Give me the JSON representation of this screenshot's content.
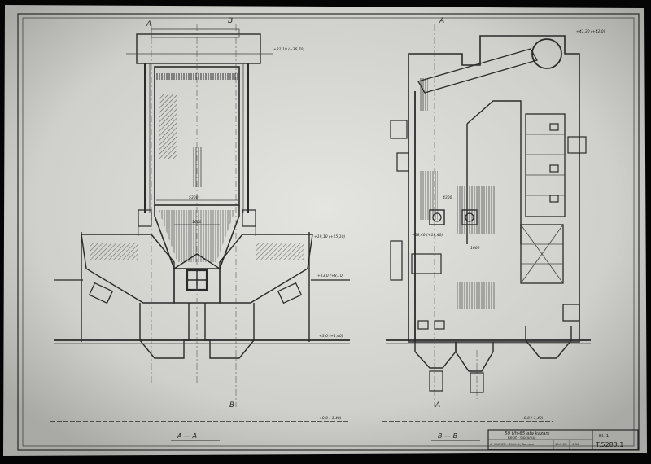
{
  "drawing": {
    "paper_color": "#d9d9d5",
    "ink_color": "#2a2a2a",
    "section_left_caption": "A — A",
    "section_right_caption": "B — B",
    "cut_markers": {
      "left_top": "B",
      "left_bottom": "B",
      "right_top": "A",
      "right_bottom": "A",
      "left_top_aux": "A"
    },
    "elevations": {
      "top_left": "+31,10 (+36,70)",
      "top_right": "+41,30 (+42,0)",
      "mid_left_1": "+19,10 (+15,10)",
      "mid_left_2": "+13,0 (+8,10)",
      "ground_left": "+3,0 (+1,40)",
      "base_left": "+0,0 (-1,40)",
      "base_right": "+0,0 (-1,40)",
      "mid_right": "+18,40 (+14,40)"
    },
    "dimensions": {
      "furnace_width_left": "5300",
      "furnace_width_right": "4300",
      "hopper_left": "1600",
      "hopper_right": "1600"
    }
  },
  "title_block": {
    "title_line_1": "50 t/h-65 ata kazanı",
    "title_line_2": "Kesit - Görünüş",
    "company": "A. HACKEN – Elektrik, Bornova",
    "date": "15.5.58",
    "scale": "1:50",
    "sheet_label": "Bl. 1",
    "drawing_number": "T.5283.1"
  }
}
